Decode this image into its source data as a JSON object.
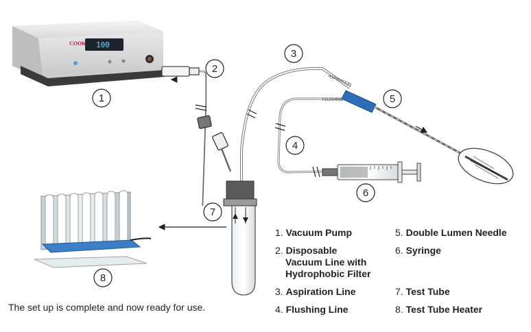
{
  "callouts": [
    "1",
    "2",
    "3",
    "4",
    "5",
    "6",
    "7",
    "8"
  ],
  "brand_text": "COOK",
  "pump_display": "100",
  "line_labels": {
    "aspiration": "ASPIRATION",
    "flushing": "FLUSHING"
  },
  "legend": [
    {
      "num": "1.",
      "lines": [
        "Vacuum Pump"
      ]
    },
    {
      "num": "2.",
      "lines": [
        "Disposable",
        "Vacuum Line with",
        "Hydrophobic Filter"
      ]
    },
    {
      "num": "3.",
      "lines": [
        "Aspiration Line"
      ]
    },
    {
      "num": "4.",
      "lines": [
        "Flushing Line"
      ]
    },
    {
      "num": "5.",
      "lines": [
        "Double Lumen Needle"
      ]
    },
    {
      "num": "6.",
      "lines": [
        "Syringe"
      ]
    },
    {
      "num": "7.",
      "lines": [
        "Test Tube"
      ]
    },
    {
      "num": "8.",
      "lines": [
        "Test Tube Heater"
      ]
    }
  ],
  "caption": "The set up is complete and now ready for use."
}
